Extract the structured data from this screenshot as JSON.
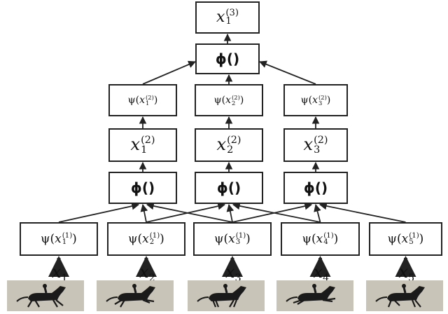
{
  "top_node": {
    "var": "x",
    "sub": "1",
    "sup": "(3)"
  },
  "phi_label": "ϕ()",
  "psi_level2": [
    {
      "fn": "ψ(",
      "var": "x",
      "sub": "1",
      "sup": "(2)",
      "close": ")"
    },
    {
      "fn": "ψ(",
      "var": "x",
      "sub": "2",
      "sup": "(2)",
      "close": ")"
    },
    {
      "fn": "ψ(",
      "var": "x",
      "sub": "3",
      "sup": "(2)",
      "close": ")"
    }
  ],
  "level2_nodes": [
    {
      "var": "x",
      "sub": "1",
      "sup": "(2)"
    },
    {
      "var": "x",
      "sub": "2",
      "sup": "(2)"
    },
    {
      "var": "x",
      "sub": "3",
      "sup": "(2)"
    }
  ],
  "psi_level1": [
    {
      "fn": "ψ(",
      "var": "x",
      "sub": "1",
      "sup": "(1)",
      "close": ")"
    },
    {
      "fn": "ψ(",
      "var": "x",
      "sub": "2",
      "sup": "(1)",
      "close": ")"
    },
    {
      "fn": "ψ(",
      "var": "x",
      "sub": "3",
      "sup": "(1)",
      "close": ")"
    },
    {
      "fn": "ψ(",
      "var": "x",
      "sub": "4",
      "sup": "(1)",
      "close": ")"
    },
    {
      "fn": "ψ(",
      "var": "x",
      "sub": "5",
      "sup": "(1)",
      "close": ")"
    }
  ],
  "inputs": [
    {
      "var": "x",
      "sub": "1"
    },
    {
      "var": "x",
      "sub": "2"
    },
    {
      "var": "x",
      "sub": "3"
    },
    {
      "var": "x",
      "sub": "4"
    },
    {
      "var": "x",
      "sub": "5"
    }
  ],
  "frames": [
    {
      "image": "galloping-horse-frame-1"
    },
    {
      "image": "galloping-horse-frame-2"
    },
    {
      "image": "galloping-horse-frame-3"
    },
    {
      "image": "galloping-horse-frame-4"
    },
    {
      "image": "galloping-horse-frame-5"
    }
  ],
  "colors": {
    "line": "#222222",
    "frame_bg": "#c9c4b8",
    "horse": "#1a1a1a"
  }
}
